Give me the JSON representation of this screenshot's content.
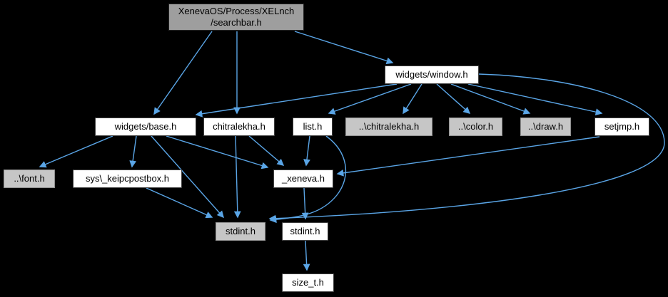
{
  "graph": {
    "type": "include-dependency-graph",
    "colors": {
      "background": "#000000",
      "edge": "#5aa5e6",
      "node_fill": "#ffffff",
      "node_border": "#404040",
      "external_node_fill": "#c6c6c6",
      "external_node_border": "#8f8f8f",
      "root_fill": "#9e9e9e",
      "root_border": "#242424",
      "text": "#000000"
    },
    "nodes": {
      "searchbar": {
        "label_line1": "XenevaOS/Process/XELnch",
        "label_line2": "/searchbar.h"
      },
      "window": {
        "label": "widgets/window.h"
      },
      "base": {
        "label": "widgets/base.h"
      },
      "chitralekha": {
        "label": "chitralekha.h"
      },
      "list": {
        "label": "list.h"
      },
      "ext_chitralekha": {
        "label": "..\\chitralekha.h"
      },
      "color": {
        "label": "..\\color.h"
      },
      "draw": {
        "label": "..\\draw.h"
      },
      "setjmp": {
        "label": "setjmp.h"
      },
      "font": {
        "label": "..\\font.h"
      },
      "keipcpostbox": {
        "label": "sys\\_keipcpostbox.h"
      },
      "xeneva": {
        "label": "_xeneva.h"
      },
      "stdint_gray": {
        "label": "stdint.h"
      },
      "stdint_white": {
        "label": "stdint.h"
      },
      "size_t": {
        "label": "size_t.h"
      }
    },
    "edges": [
      {
        "from": "searchbar",
        "to": "base"
      },
      {
        "from": "searchbar",
        "to": "chitralekha"
      },
      {
        "from": "searchbar",
        "to": "window"
      },
      {
        "from": "window",
        "to": "base"
      },
      {
        "from": "window",
        "to": "list"
      },
      {
        "from": "window",
        "to": "ext_chitralekha"
      },
      {
        "from": "window",
        "to": "color"
      },
      {
        "from": "window",
        "to": "draw"
      },
      {
        "from": "window",
        "to": "setjmp"
      },
      {
        "from": "window",
        "to": "stdint_gray"
      },
      {
        "from": "base",
        "to": "font"
      },
      {
        "from": "base",
        "to": "keipcpostbox"
      },
      {
        "from": "base",
        "to": "stdint_gray"
      },
      {
        "from": "base",
        "to": "xeneva"
      },
      {
        "from": "chitralekha",
        "to": "stdint_gray"
      },
      {
        "from": "chitralekha",
        "to": "xeneva"
      },
      {
        "from": "list",
        "to": "xeneva"
      },
      {
        "from": "list",
        "to": "stdint_gray"
      },
      {
        "from": "setjmp",
        "to": "xeneva"
      },
      {
        "from": "keipcpostbox",
        "to": "stdint_gray"
      },
      {
        "from": "xeneva",
        "to": "stdint_white"
      },
      {
        "from": "stdint_white",
        "to": "size_t"
      }
    ]
  }
}
